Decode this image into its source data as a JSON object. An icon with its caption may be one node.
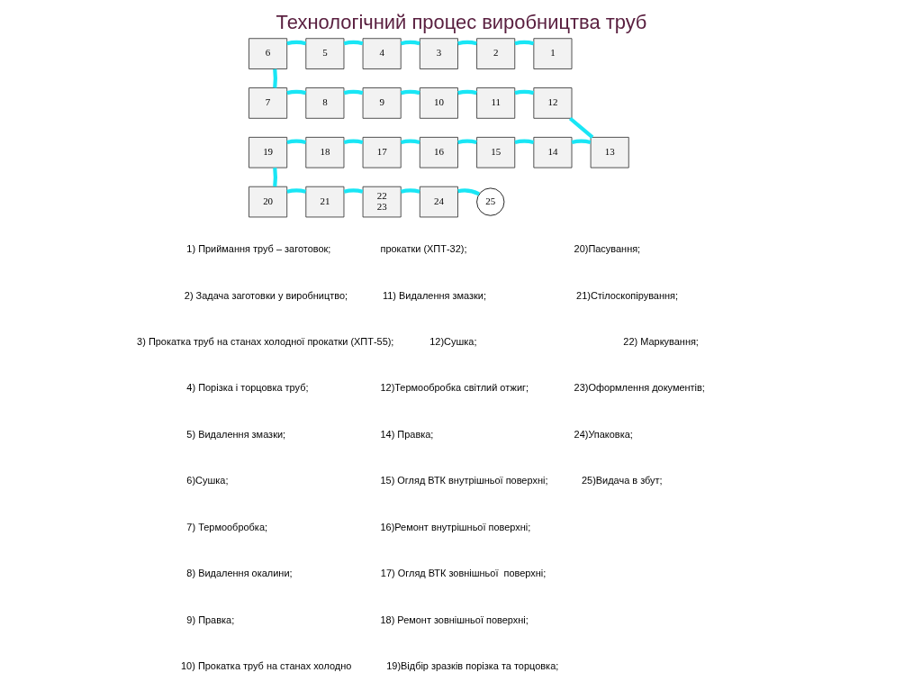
{
  "diagram": {
    "title": "Технологічний процес виробництва труб",
    "nodes": [
      {
        "text": [
          "1"
        ]
      },
      {
        "text": [
          "2"
        ]
      },
      {
        "text": [
          "3"
        ]
      },
      {
        "text": [
          "4"
        ]
      },
      {
        "text": [
          "5"
        ]
      },
      {
        "text": [
          "6"
        ]
      },
      {
        "text": [
          "7"
        ]
      },
      {
        "text": [
          "8"
        ]
      },
      {
        "text": [
          "9"
        ]
      },
      {
        "text": [
          "10"
        ]
      },
      {
        "text": [
          "11"
        ]
      },
      {
        "text": [
          "12"
        ]
      },
      {
        "text": [
          "13"
        ]
      },
      {
        "text": [
          "14"
        ]
      },
      {
        "text": [
          "15"
        ]
      },
      {
        "text": [
          "16"
        ]
      },
      {
        "text": [
          "17"
        ]
      },
      {
        "text": [
          "18"
        ]
      },
      {
        "text": [
          "19"
        ]
      },
      {
        "text": [
          "20"
        ]
      },
      {
        "text": [
          "21"
        ]
      },
      {
        "text": [
          "22",
          "23"
        ]
      },
      {
        "text": [
          "24"
        ]
      },
      {
        "text": [
          "25"
        ]
      }
    ],
    "edges": [
      {
        "from": 0,
        "to": 1,
        "arrow": "none"
      },
      {
        "from": 1,
        "to": 2,
        "arrow": "none"
      },
      {
        "from": 2,
        "to": 3,
        "arrow": "none"
      },
      {
        "from": 3,
        "to": 4,
        "arrow": "none"
      },
      {
        "from": 4,
        "to": 5,
        "arrow": "none"
      },
      {
        "from": 5,
        "to": 6,
        "arrow": "none"
      },
      {
        "from": 6,
        "to": 7,
        "arrow": "none"
      },
      {
        "from": 7,
        "to": 8,
        "arrow": "none"
      },
      {
        "from": 8,
        "to": 9,
        "arrow": "none"
      },
      {
        "from": 9,
        "to": 10,
        "arrow": "none"
      },
      {
        "from": 10,
        "to": 11,
        "arrow": "none"
      },
      {
        "from": 11,
        "to": 12,
        "arrow": "none"
      },
      {
        "from": 12,
        "to": 13,
        "arrow": "none"
      },
      {
        "from": 13,
        "to": 14,
        "arrow": "none"
      },
      {
        "from": 14,
        "to": 15,
        "arrow": "none"
      },
      {
        "from": 15,
        "to": 16,
        "arrow": "none"
      },
      {
        "from": 16,
        "to": 17,
        "arrow": "none"
      },
      {
        "from": 17,
        "to": 18,
        "arrow": "none"
      },
      {
        "from": 18,
        "to": 19,
        "arrow": "none"
      },
      {
        "from": 19,
        "to": 20,
        "arrow": "none"
      },
      {
        "from": 20,
        "to": 21,
        "arrow": "none"
      },
      {
        "from": 21,
        "to": 22,
        "arrow": "none"
      },
      {
        "from": 22,
        "to": 23,
        "arrow": "none"
      }
    ],
    "labels": [
      "1) Приймання труб – заготовок;",
      "2) Задача заготовки у виробництво;",
      "3) Прокатка труб на станах холодної прокатки (ХПТ-55);",
      "4) Порізка і торцовка труб;",
      "5) Видалення змазки;",
      "6)Сушка;",
      "7) Термообробка;",
      "8) Видалення окалини;",
      "9) Правка;",
      "10) Прокатка труб на станах холодно",
      "прокатки (ХПТ-32);",
      "11) Видалення змазки;",
      "12)Сушка;",
      "12)Термообробка світлий отжиг;",
      "14) Правка;",
      "15) Огляд ВТК внутрішньої поверхні;",
      "16)Ремонт внутрішньої поверхні;",
      "17) Огляд ВТК зовнішньої  поверхні;",
      "18) Ремонт зовнішньої поверхні;",
      "19)Відбір зразків порізка та торцовка;",
      "20)Пасування;",
      "21)Стілоскопірування;",
      "22) Маркування;",
      "23)Оформлення документів;",
      "24)Упаковка;",
      "25)Видача в збут;"
    ]
  }
}
